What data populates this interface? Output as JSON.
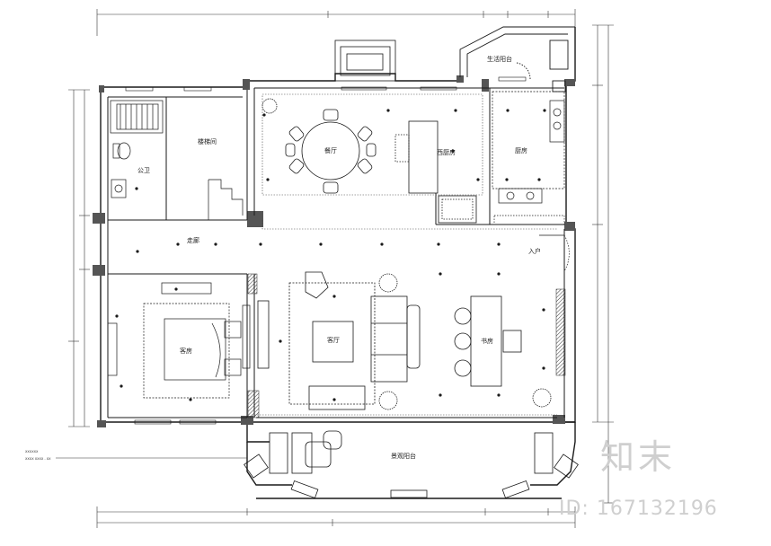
{
  "rooms": {
    "balcony_top": "生活阳台",
    "stairs": "楼梯间",
    "bathroom": "公卫",
    "dining": "餐厅",
    "western_kitchen": "西厨房",
    "kitchen": "厨房",
    "corridor": "走廊",
    "entrance": "入户",
    "bedroom": "客房",
    "living": "客厅",
    "study": "书房",
    "balcony_bottom": "景观阳台"
  },
  "notes": {
    "left_label_1": "XXXXXX",
    "left_label_2": "XXXX XXXX - XX"
  },
  "watermark": {
    "logo": "知末",
    "id": "ID: 167132196"
  },
  "colors": {
    "line": "#1a1a1a",
    "wall_fill": "#555555",
    "dotted": "#444444",
    "watermark": "#cfcfcf"
  }
}
